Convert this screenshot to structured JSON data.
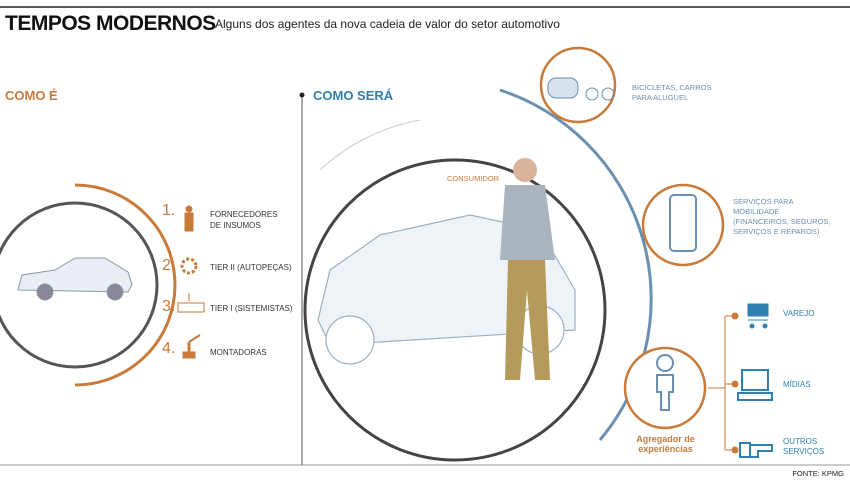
{
  "header": {
    "title": "TEMPOS MODERNOS",
    "subtitle": "Alguns dos agentes da nova cadeia de valor do setor automotivo"
  },
  "left": {
    "heading": "COMO É",
    "steps": [
      {
        "num": "1.",
        "label": "FORNECEDORES DE INSUMOS"
      },
      {
        "num": "2.",
        "label": "TIER II (AUTOPEÇAS)"
      },
      {
        "num": "3.",
        "label": "TIER I (SISTEMISTAS)"
      },
      {
        "num": "4.",
        "label": "MONTADORAS"
      }
    ]
  },
  "right": {
    "heading": "COMO SERÁ",
    "consumer": "CONSUMIDOR",
    "rental": "BICICLETAS, CARROS PARA ALUGUEL",
    "mobility": "SERVIÇOS PARA MOBILIDADE (FINANCEIROS, SEGUROS, SERVIÇOS E REPAROS)",
    "aggregator": "Agregador de experiências",
    "branches": [
      {
        "label": "VAREJO"
      },
      {
        "label": "MÍDIAS"
      },
      {
        "label": "OUTROS SERVIÇOS"
      }
    ]
  },
  "source": "FONTE: KPMG",
  "colors": {
    "orange": "#c87a3a",
    "blue": "#2f7fb0",
    "gray": "#555"
  }
}
